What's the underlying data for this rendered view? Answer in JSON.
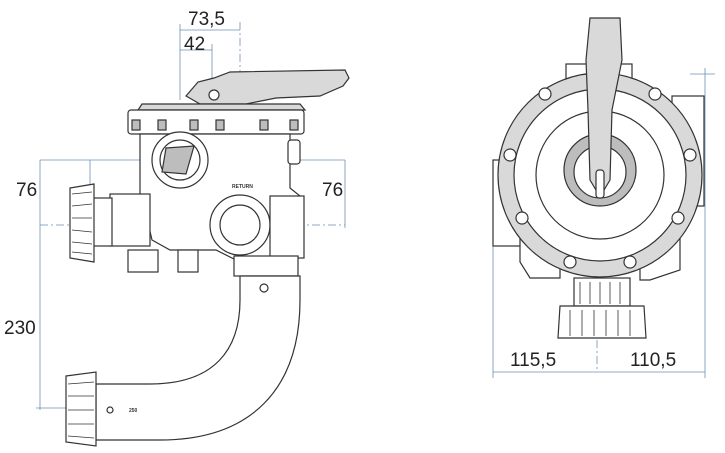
{
  "dimensions": {
    "top_outer": "73,5",
    "top_inner": "42",
    "left_width": "76",
    "right_width": "76",
    "height": "230",
    "bottom_left": "115,5",
    "bottom_right": "110,5"
  },
  "part_labels": {
    "body_mark": "RETURN",
    "pipe_mark": "250"
  }
}
